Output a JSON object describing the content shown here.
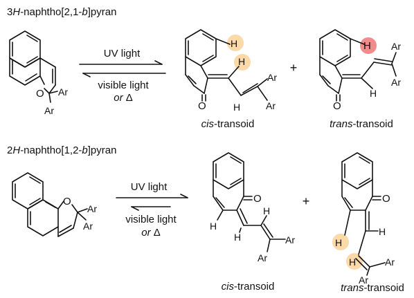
{
  "scheme_1": {
    "title": {
      "pre": "3",
      "italic": "H",
      "mid": "-naphtho[2,1-",
      "italic2": "b",
      "post": "]pyran"
    },
    "reagent_top": "UV light",
    "reagent_bottom_1": "visible light",
    "reagent_bottom_2": {
      "italic": "or",
      "rest": " Δ"
    },
    "plus": "+",
    "product_cis": {
      "italic": "cis",
      "rest": "-transoid"
    },
    "product_trans": {
      "italic": "trans",
      "rest": "-transoid"
    }
  },
  "scheme_2": {
    "title": {
      "pre": "2",
      "italic": "H",
      "mid": "-naphtho[1,2-",
      "italic2": "b",
      "post": "]pyran"
    },
    "reagent_top": "UV light",
    "reagent_bottom_1": "visible light",
    "reagent_bottom_2": {
      "italic": "or",
      "rest": " Δ"
    },
    "plus": "+",
    "product_cis": {
      "italic": "cis",
      "rest": "-transoid"
    },
    "product_trans": {
      "italic": "trans",
      "rest": "-transoid"
    }
  },
  "atoms": {
    "O": "O",
    "Ar": "Ar",
    "H": "H"
  },
  "colors": {
    "highlight_orange": "#fbd9a8",
    "highlight_red": "#f28b8b",
    "ink": "#111111"
  }
}
